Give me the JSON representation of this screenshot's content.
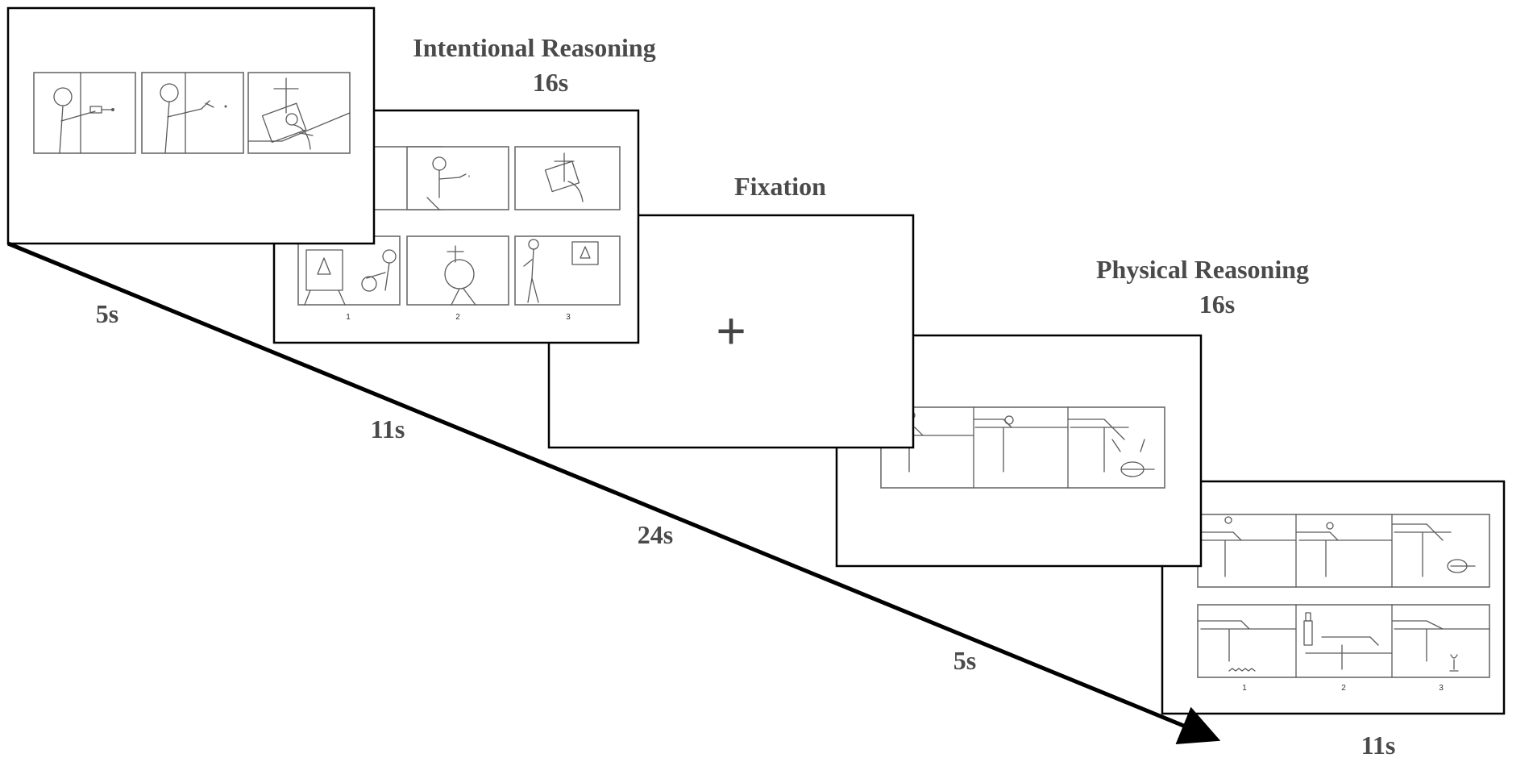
{
  "labels": {
    "intentional_title": "Intentional Reasoning",
    "intentional_duration": "16s",
    "fixation_title": "Fixation",
    "physical_title": "Physical Reasoning",
    "physical_duration": "16s"
  },
  "timeline": {
    "t1": "5s",
    "t2": "11s",
    "t3": "24s",
    "t4": "5s",
    "t5": "11s"
  },
  "choice_numbers": [
    "1",
    "2",
    "3"
  ],
  "fixation_symbol": "+"
}
